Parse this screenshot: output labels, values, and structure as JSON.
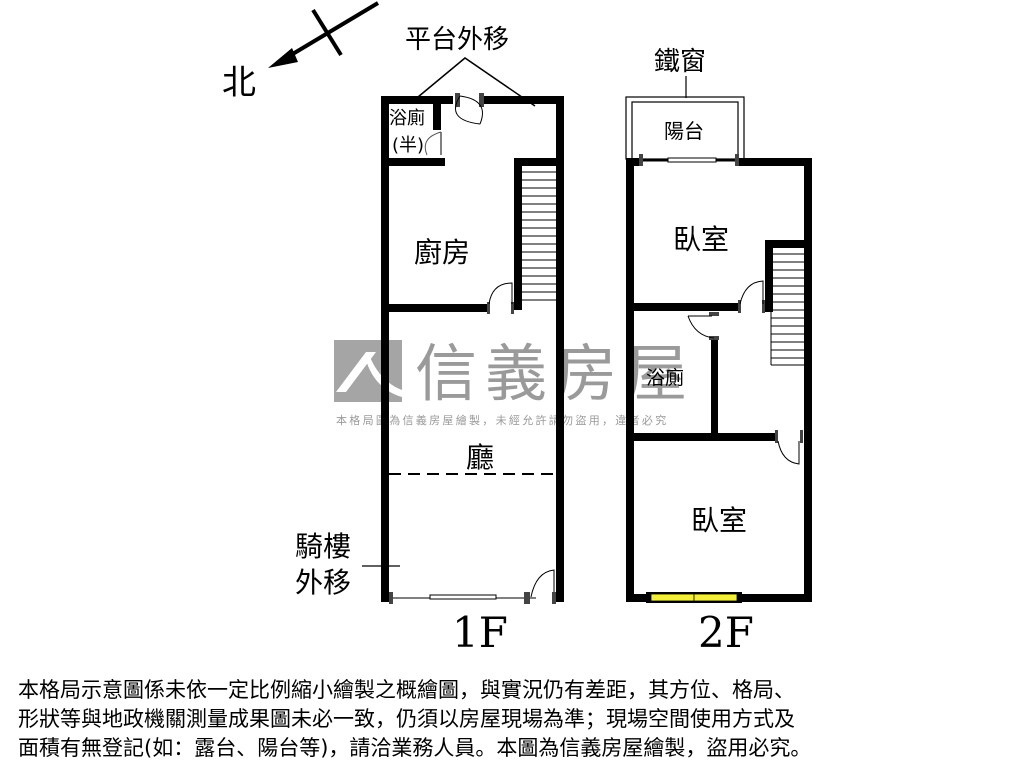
{
  "compass": {
    "label": "北",
    "icon": "north-arrow-icon"
  },
  "floor_1": {
    "title": "1F",
    "annotations": {
      "platform_moved": "平台外移",
      "arcade_moved_line1": "騎樓",
      "arcade_moved_line2": "外移"
    },
    "rooms": {
      "half_bath_line1": "浴廁",
      "half_bath_line2": "(半)",
      "kitchen": "廚房",
      "living_room": "廳"
    }
  },
  "floor_2": {
    "title": "2F",
    "annotations": {
      "iron_window": "鐵窗"
    },
    "rooms": {
      "balcony": "陽台",
      "bedroom_top": "臥室",
      "bathroom": "浴廁",
      "bedroom_bottom": "臥室"
    }
  },
  "watermark": {
    "brand": "信義房屋",
    "notice": "本格局圖為信義房屋繪製，未經允許請勿盜用，違者必究",
    "color": "#9a9a9a"
  },
  "colors": {
    "wall": "#000000",
    "window_glass": "#f2ee3a",
    "background": "#ffffff"
  },
  "disclaimer": {
    "line1": "本格局示意圖係未依一定比例縮小繪製之概繪圖，與實況仍有差距，其方位、格局、",
    "line2": "形狀等與地政機關測量成果圖未必一致，仍須以房屋現場為準；現場空間使用方式及",
    "line3": "面積有無登記(如：露台、陽台等)，請洽業務人員。本圖為信義房屋繪製，盜用必究。"
  }
}
